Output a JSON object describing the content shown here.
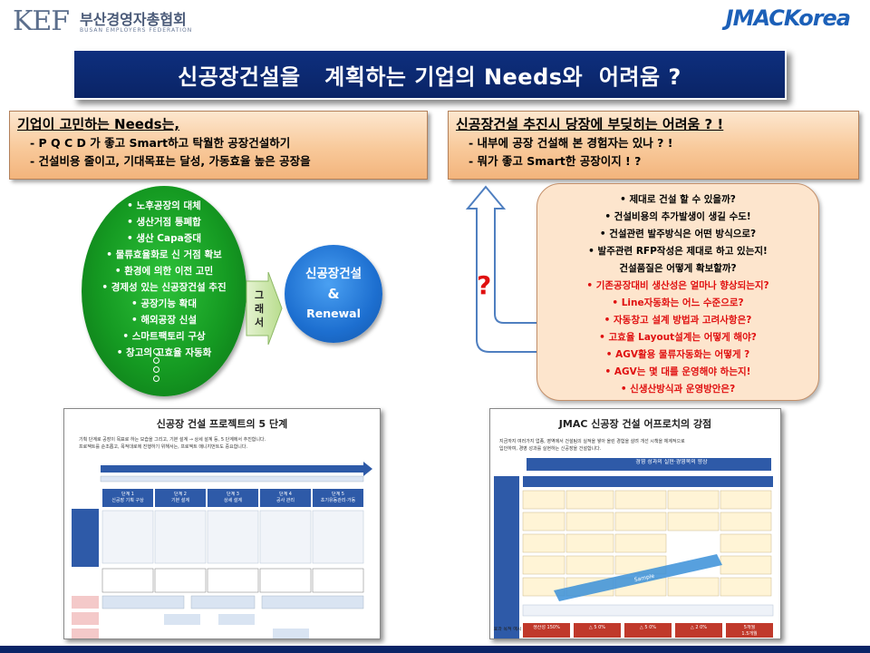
{
  "header": {
    "kef_letters": "KEF",
    "kef_name_kr": "부산경영자총협회",
    "kef_name_en": "BUSAN EMPLOYERS FEDERATION",
    "jmac_logo": "JMACKorea"
  },
  "title": "신공장건설을   계획하는 기업의 Needs와  어려움 ?",
  "left_box": {
    "heading": "기업이 고민하는 Needs는,",
    "lines": [
      "- P Q C D 가 좋고 Smart하고 탁월한 공장건설하기",
      "- 건설비용 줄이고, 기대목표는 달성, 가동효율 높은 공장을"
    ]
  },
  "right_box": {
    "heading": "신공장건설 추진시 당장에 부딪히는 어려움 ? !",
    "lines": [
      "- 내부에 공장 건설해 본 경험자는 있나 ? !",
      "- 뭐가 좋고 Smart한 공장이지 ! ?"
    ]
  },
  "green_circle": {
    "items": [
      "• 노후공장의 대체",
      "• 생산거점 통폐합",
      "• 생산 Capa증대",
      "• 물류효율화로 신 거점 확보",
      "• 환경에 의한 이전 고민",
      "• 경제성 있는 신공장건설 추진",
      "• 공장기능 확대",
      "• 해외공장 신설",
      "• 스마트팩토리 구상",
      "• 창고의 고효율 자동화"
    ],
    "dots": 4
  },
  "arrow_text": [
    "그",
    "래",
    "서"
  ],
  "blue_circle": {
    "line1": "신공장건설",
    "line2": "&",
    "line3": "Renewal"
  },
  "question_mark": "?",
  "concerns": [
    {
      "text": "• 제대로 건설 할 수 있을까?",
      "color": "#000000"
    },
    {
      "text": "• 건설비용의 추가발생이 생길 수도!",
      "color": "#000000"
    },
    {
      "text": "• 건설관련 발주방식은 어떤 방식으로?",
      "color": "#000000"
    },
    {
      "text": "• 발주관련 RFP작성은 제대로 하고 있는지!",
      "color": "#000000"
    },
    {
      "text": "건설품질은 어떻게 확보할까?",
      "color": "#000000"
    },
    {
      "text": "• 기존공장대비 생산성은 얼마나 향상되는지?",
      "color": "#e01010"
    },
    {
      "text": "• Line자동화는 어느 수준으로?",
      "color": "#e01010"
    },
    {
      "text": "• 자동창고 설계 방법과 고려사항은?",
      "color": "#e01010"
    },
    {
      "text": "• 고효율 Layout설계는 어떻게 해야?",
      "color": "#e01010"
    },
    {
      "text": "• AGV활용 물류자동화는 어떻게 ?",
      "color": "#e01010"
    },
    {
      "text": "• AGV는 몇 대를 운영해야 하는지!",
      "color": "#e01010"
    },
    {
      "text": "• 신생산방식과 운영방안은?",
      "color": "#e01010"
    }
  ],
  "thumb_left": {
    "title": "신공장 건설 프로젝트의 5 단계",
    "desc": [
      "기획 단계로 공장이 목표로 하는 모습을 그리고, 기본 설계 → 상세 설계 등, 5 단계에서 추진합니다.",
      "프로젝트를 순조롭고, 목적대로에 진행하기 위해서는, 프로젝트 매니지먼트도 중요합니다."
    ],
    "stages": [
      "단계 1\n신공장 기획 구상",
      "단계 2\n기본 설계",
      "단계 3\n상세 설계",
      "단계 4\n공사 관리",
      "단계 5\n초기유동관리·가동"
    ]
  },
  "thumb_right": {
    "title": "JMAC 신공장 건설 어프로치의 강점",
    "desc": [
      "지금까지 여러가지 업종, 영역에서 건설팀의 실적을 쌓아 올린 경험을 살려 개선 시책을 체계적으로",
      "입안하여, 경영 성과를 실현하는 신공장을 건설합니다."
    ],
    "band": "경영 성과의 실현·경영목의 향상",
    "sample": "Sample",
    "row_label": "효과 목적 예시",
    "results": [
      "생산성 150%",
      "△ 5 0%",
      "△ 5 0%",
      "△ 2 0%",
      "5개월\n1.5개월"
    ]
  }
}
